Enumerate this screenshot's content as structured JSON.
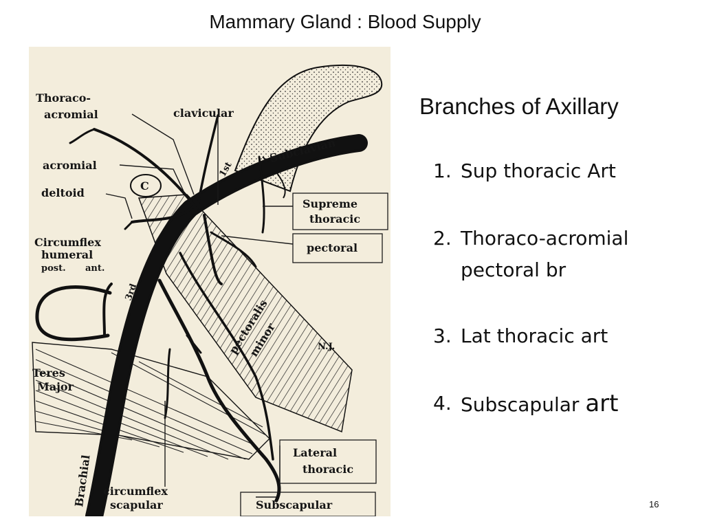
{
  "slide": {
    "title": "Mammary Gland : Blood Supply",
    "page_number": "16"
  },
  "panel": {
    "heading": "Branches of Axillary",
    "items": [
      {
        "num": "1.",
        "text": "Sup thoracic Art"
      },
      {
        "num": "2.",
        "text": "Thoraco-acromial pectoral br"
      },
      {
        "num": "3.",
        "text": "Lat thoracic art"
      },
      {
        "num": "4.",
        "text": "Subscapular ",
        "text_large": "art"
      }
    ]
  },
  "figure": {
    "labels": {
      "thoraco_1": "Thoraco-",
      "thoraco_2": "acromial",
      "clavicular": "clavicular",
      "subclavian": "Subclavian",
      "first_part": "1st",
      "acromial": "acromial",
      "c": "C",
      "deltoid": "deltoid",
      "circumflex": "Circumflex",
      "humeral": "humeral",
      "post": "post.",
      "ant": "ant.",
      "third_part": "3rd",
      "pectoralis": "pectoralis",
      "minor": "minor",
      "initials": "N.J.",
      "teres": "Teres",
      "major": "Major",
      "brachial": "Brachial",
      "circumflex_scapular_1": "circumflex",
      "circumflex_scapular_2": "scapular",
      "supreme_1": "Supreme",
      "supreme_2": "thoracic",
      "pectoral": "pectoral",
      "lateral_1": "Lateral",
      "lateral_2": "thoracic",
      "subscapular": "Subscapular"
    }
  }
}
